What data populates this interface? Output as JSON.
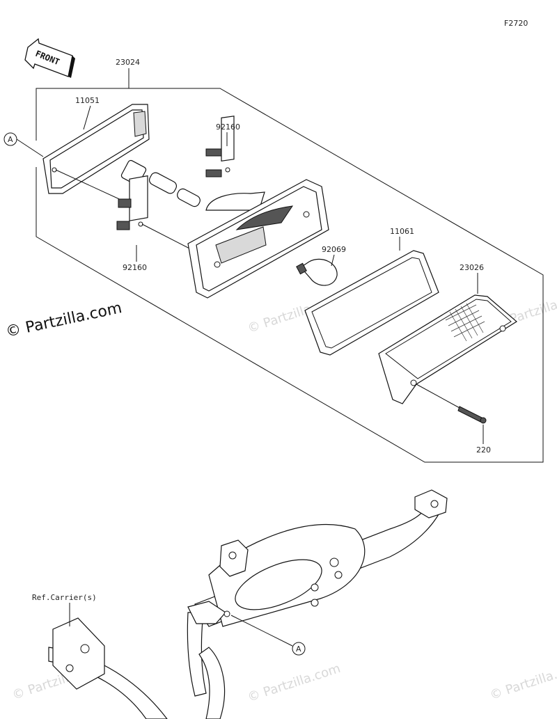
{
  "figure_code": "F2720",
  "front_label": "FRONT",
  "copyright": "© Partzilla.com",
  "watermark": "© Partzilla.com",
  "ref_label": "Ref.Carrier(s)",
  "callout_a": "A",
  "parts": {
    "assembly": "23024",
    "gasket_rear": "11051",
    "socket_top": "92160",
    "socket_bottom": "92160",
    "bulb": "92069",
    "gasket_lens": "11061",
    "lens": "23026",
    "screw": "220"
  }
}
